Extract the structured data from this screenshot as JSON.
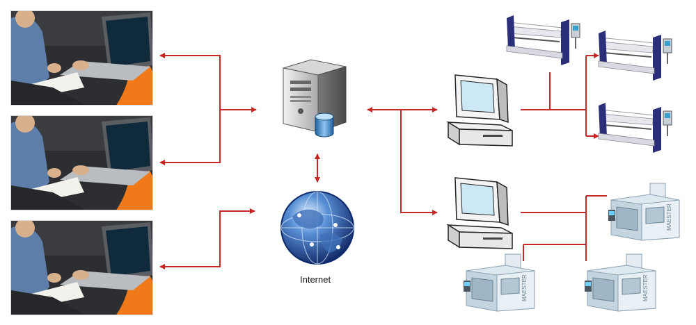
{
  "nodes": {
    "internet_label": "Internet"
  },
  "icons": {
    "users": [
      "user-workstation-photo",
      "user-workstation-photo",
      "user-workstation-photo"
    ],
    "server": "database-server-icon",
    "internet": "globe-icon",
    "terminals": [
      "desktop-computer-icon",
      "desktop-computer-icon"
    ],
    "press_brakes": [
      "press-brake-machine-icon",
      "press-brake-machine-icon",
      "press-brake-machine-icon"
    ],
    "cnc_machines": [
      "cnc-machining-center-icon",
      "cnc-machining-center-icon",
      "cnc-machining-center-icon"
    ],
    "cnc_brand": "MAESTER"
  },
  "colors": {
    "connector": "#c62828",
    "jacket": "#f07a1a",
    "shirt": "#5d7ea8",
    "machine_frame": "#2b2f7a"
  }
}
